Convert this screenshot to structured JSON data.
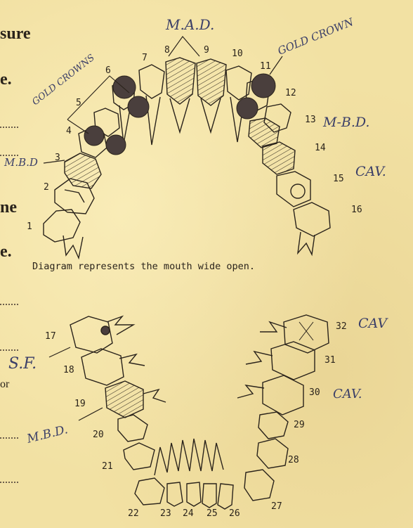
{
  "left_margin": {
    "fragments": [
      "sure",
      "e.",
      "ne",
      "e.",
      "or"
    ]
  },
  "caption": "Diagram represents the mouth wide open.",
  "upper_tooth_numbers": [
    "1",
    "2",
    "3",
    "4",
    "5",
    "6",
    "7",
    "8",
    "9",
    "10",
    "11",
    "12",
    "13",
    "14",
    "15",
    "16"
  ],
  "lower_tooth_numbers": [
    "17",
    "18",
    "19",
    "20",
    "21",
    "22",
    "23",
    "24",
    "25",
    "26",
    "27",
    "28",
    "29",
    "30",
    "31",
    "32"
  ],
  "annotations": {
    "mad": "M.A.D.",
    "gold_crown_right": "GOLD CROWN",
    "gold_crowns_left": "GOLD CROWNS",
    "mbd_left_upper": "M.B.D",
    "mbd_right_upper": "M-B.D.",
    "cav_15": "CAV.",
    "sf": "S.F.",
    "mbd_left_lower": "M.B.D.",
    "cav_32": "CAV",
    "cav_30": "CAV."
  },
  "colors": {
    "paper": "#f2e1a3",
    "ink": "#2a231b",
    "handwriting": "#3b3f68",
    "filled_crown": "#4a3f3d"
  }
}
